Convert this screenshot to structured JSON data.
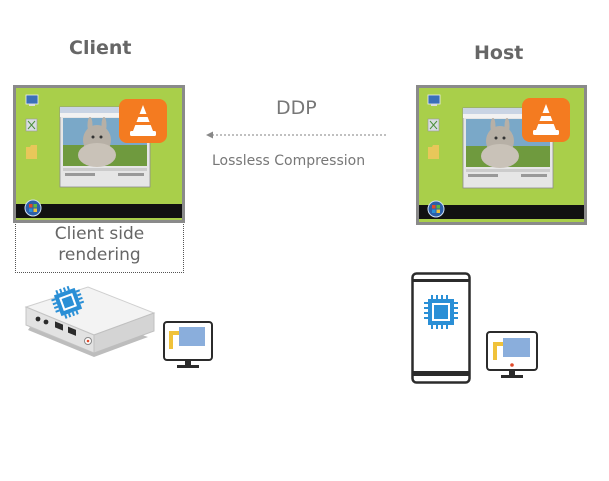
{
  "client": {
    "title": "Client",
    "render_label_line1": "Client side",
    "render_label_line2": "rendering"
  },
  "host": {
    "title": "Host"
  },
  "link": {
    "protocol": "DDP",
    "description": "Lossless Compression"
  },
  "colors": {
    "desktop_green": "#a9cf4a",
    "taskbar": "#111111",
    "vlc_orange": "#f47b20",
    "chip_blue": "#2a8fd6",
    "window_blue": "#8aaedc",
    "window_yellow": "#f0c23a",
    "arrow_gray": "#999999"
  },
  "icons": [
    "computer-icon",
    "recycle-bin-icon",
    "folder-icon",
    "start-button-icon",
    "vlc-cone-icon",
    "cpu-chip-icon",
    "monitor-icon",
    "mini-pc-icon",
    "tower-pc-icon"
  ]
}
